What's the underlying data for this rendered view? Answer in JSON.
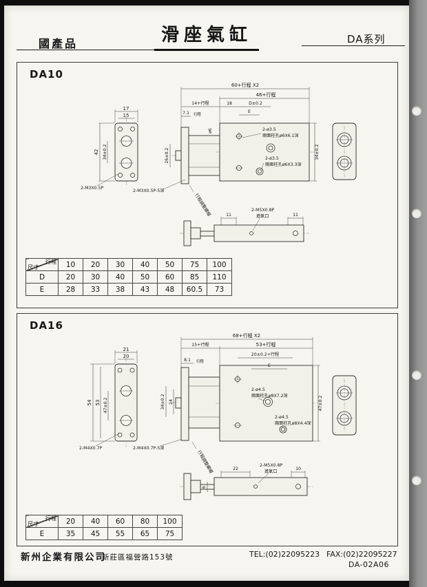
{
  "header": {
    "left": "國產品",
    "title": "滑座氣缸",
    "series": "DA系列"
  },
  "da10": {
    "title": "DA10",
    "front": {
      "w17": "17",
      "w15": "15",
      "h42": "42",
      "h34": "34±0.2",
      "thread": "2-M3X0.5P"
    },
    "side": {
      "h26": "26±0.2",
      "thread_deep": "2-M3X0.5P-5深",
      "adjust": "行程調整螺帽",
      "rod_dia": "ø6"
    },
    "top": {
      "total": "60+行程 X2",
      "sub46": "46+行程",
      "sub14": "14+行程",
      "d18": "18",
      "dd": "D±0.2",
      "de": "E",
      "d71": "7.1",
      "stroke_note": "行程",
      "right_h": "34±0.2",
      "hole1a": "2-ø3.5",
      "hole1b": "兩面柱孔ø6X6.1深",
      "hole2a": "2-ø3.5",
      "hole2b": "兩面柱孔ø6X3.3深"
    },
    "bottom": {
      "port": "2-M5X0.8P",
      "port_name": "進氣口",
      "d11a": "11",
      "d11b": "11"
    },
    "table": {
      "corner_top": "行程",
      "corner_left": "尺寸",
      "cols": [
        "10",
        "20",
        "30",
        "40",
        "50",
        "75",
        "100"
      ],
      "rows": [
        {
          "label": "D",
          "values": [
            "20",
            "30",
            "40",
            "50",
            "60",
            "85",
            "110"
          ]
        },
        {
          "label": "E",
          "values": [
            "28",
            "33",
            "38",
            "43",
            "48",
            "60.5",
            "73"
          ]
        }
      ]
    }
  },
  "da16": {
    "title": "DA16",
    "front": {
      "w21": "21",
      "w20": "20",
      "h54": "54",
      "h53": "53",
      "h47": "47±0.2",
      "thread": "2-M4X0.7P",
      "thread_deep": "2-M4X0.7P-5深"
    },
    "side": {
      "h34": "34±0.2",
      "h24": "24",
      "adjust": "行程調整螺帽"
    },
    "top": {
      "total": "68+行程 X2",
      "sub53": "53+行程",
      "sub15": "15+行程",
      "d81": "8.1",
      "stroke_note": "行程",
      "d20": "20±0.2+行程",
      "de": "E",
      "right_h": "47±0.2",
      "hole1a": "2-ø4.5",
      "hole1b": "兩面柱孔ø8X7.2深",
      "hole2a": "2-ø4.5",
      "hole2b": "兩面柱孔ø8X4.4深"
    },
    "bottom": {
      "port": "2-M5X0.8P",
      "port_name": "進氣口",
      "d22": "22",
      "d10": "10",
      "d6": "6"
    },
    "table": {
      "corner_top": "行程",
      "corner_left": "尺寸",
      "cols": [
        "20",
        "40",
        "60",
        "80",
        "100"
      ],
      "rows": [
        {
          "label": "E",
          "values": [
            "35",
            "45",
            "55",
            "65",
            "75"
          ]
        }
      ]
    }
  },
  "footer": {
    "company": "新州企業有限公司",
    "address": "新莊區福營路153號",
    "tel": "TEL:(02)22095223",
    "fax": "FAX:(02)22095227",
    "code": "DA-02A06"
  }
}
